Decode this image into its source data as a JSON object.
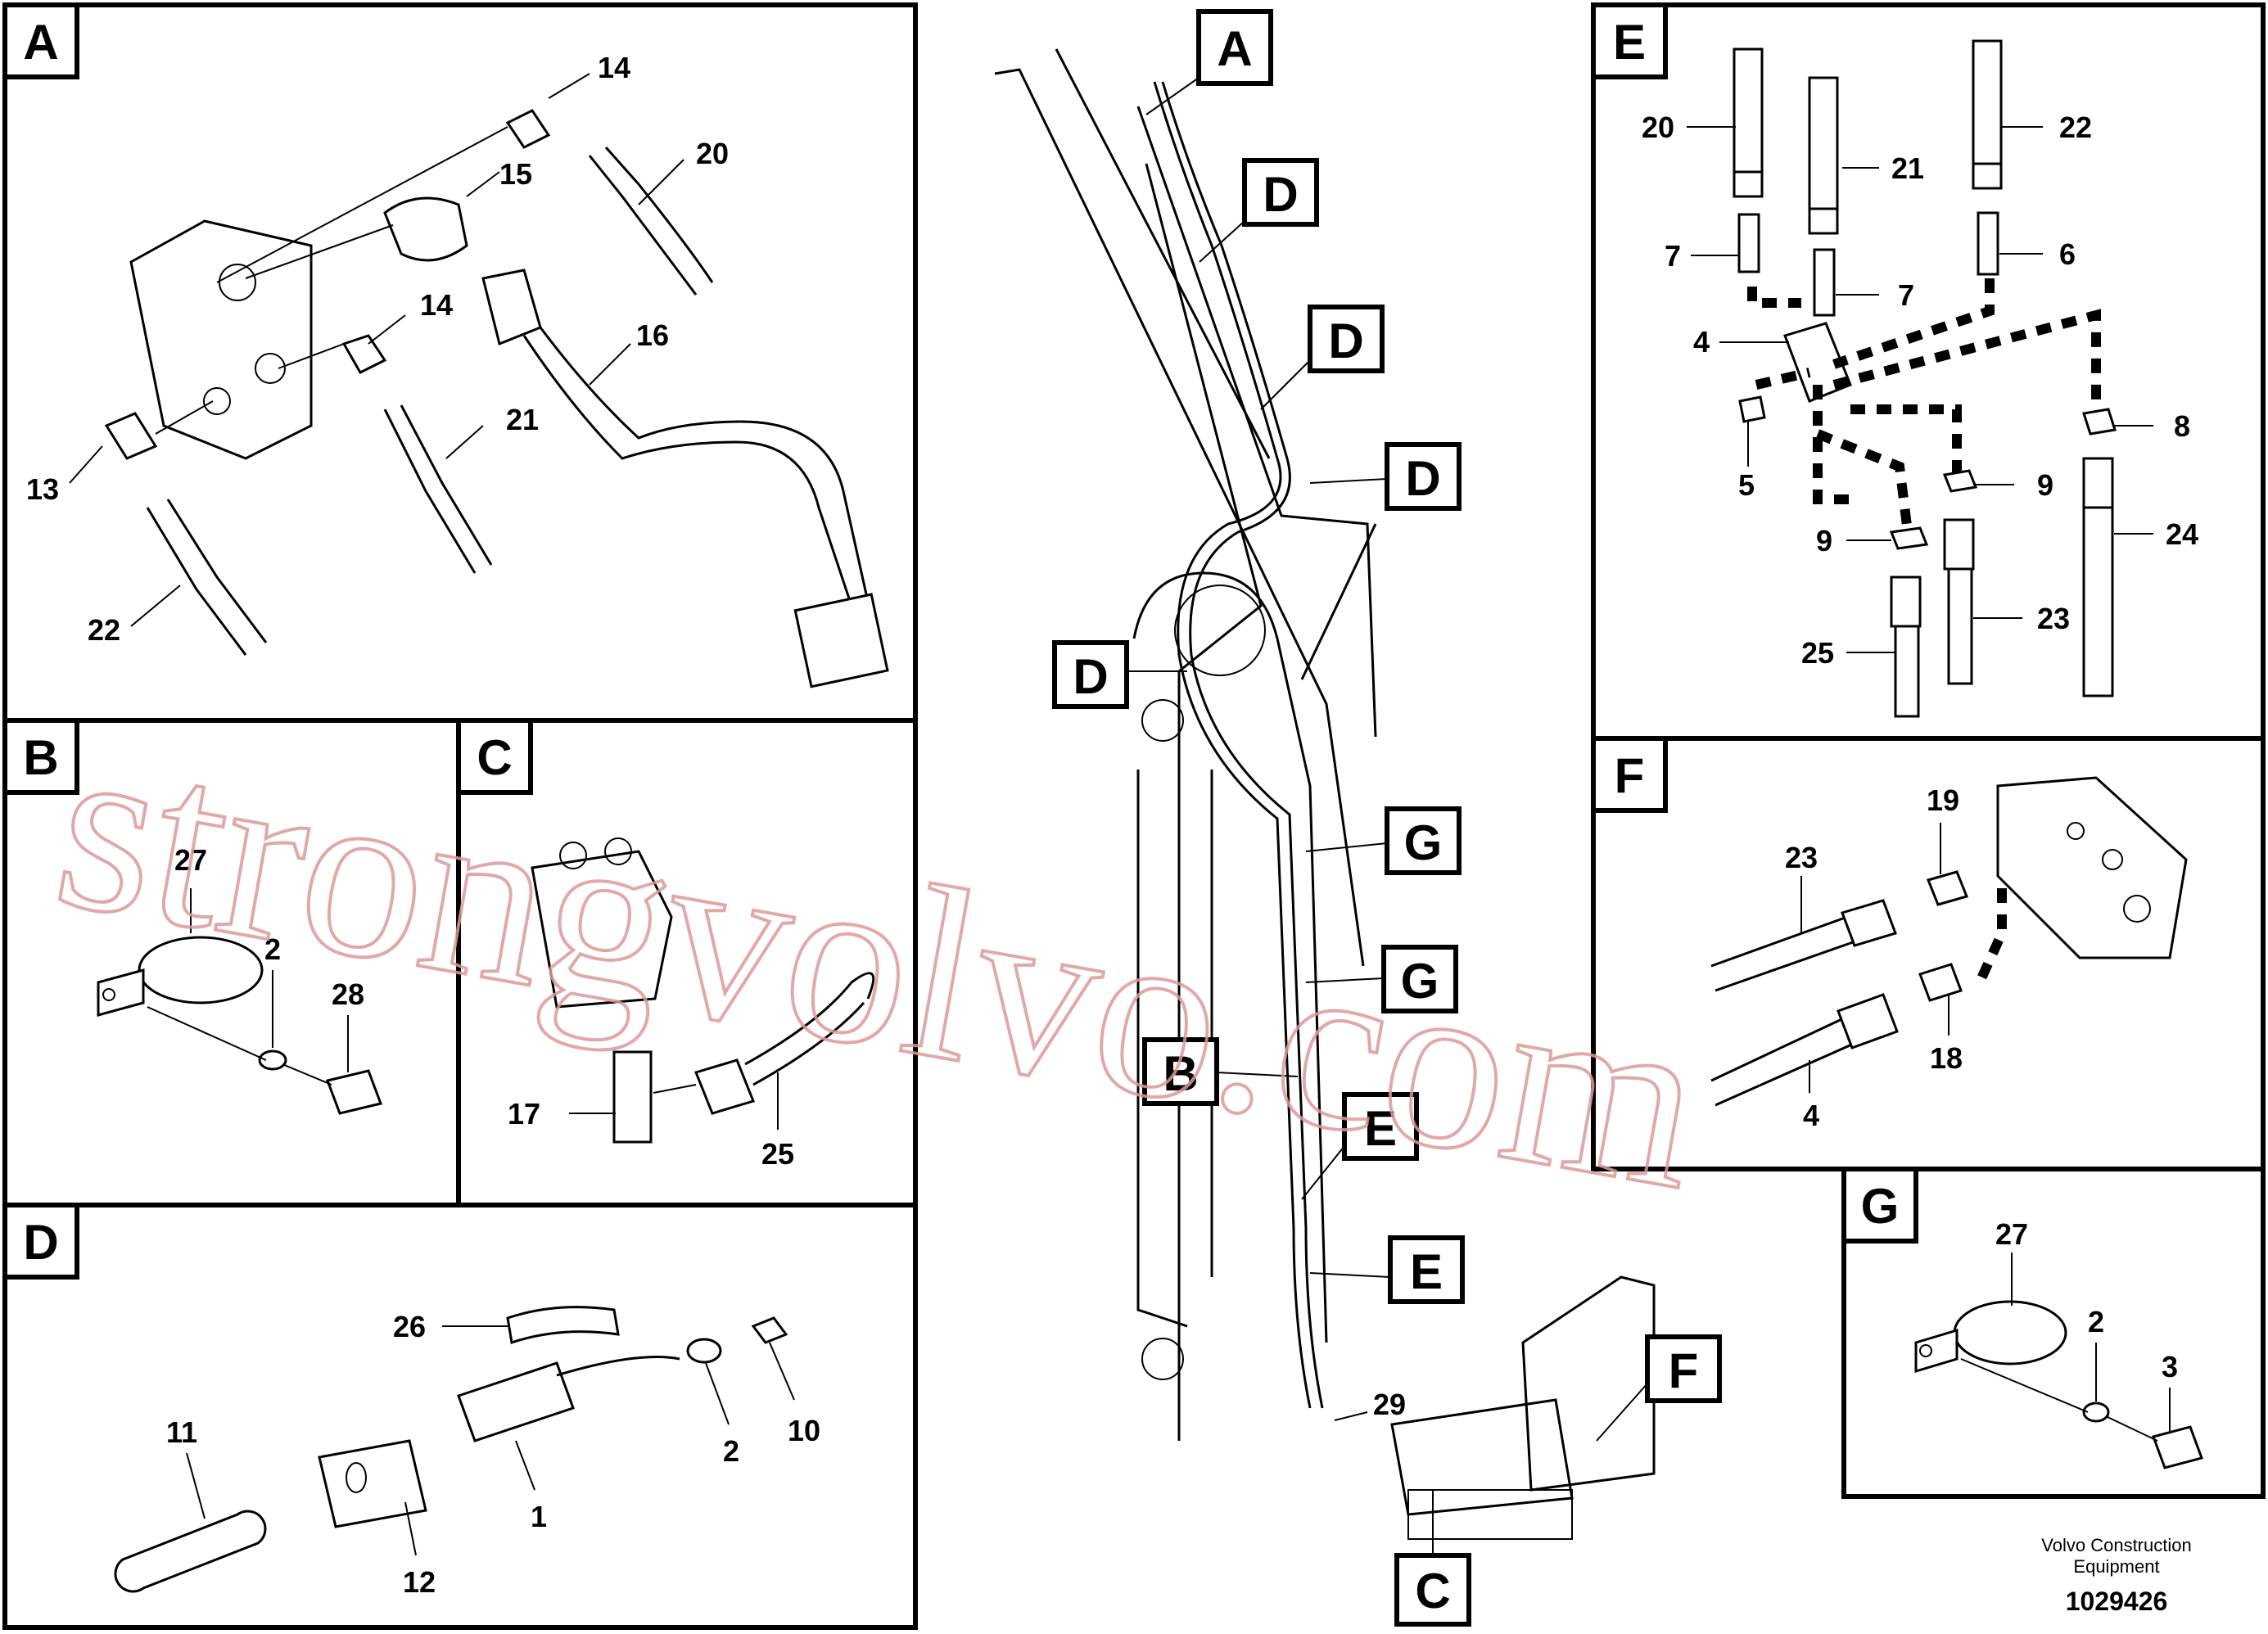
{
  "view_labels": {
    "A": "A",
    "B": "B",
    "C": "C",
    "D": "D",
    "E": "E",
    "F": "F",
    "G": "G"
  },
  "main_view": {
    "labels": [
      "A",
      "D",
      "D",
      "D",
      "D",
      "G",
      "G",
      "B",
      "E",
      "E",
      "F",
      "C"
    ],
    "callout_29": "29"
  },
  "panel_a": {
    "callouts": [
      "14",
      "20",
      "15",
      "14",
      "16",
      "21",
      "13",
      "22"
    ]
  },
  "panel_b": {
    "callouts": [
      "27",
      "2",
      "28"
    ]
  },
  "panel_c": {
    "callouts": [
      "17",
      "25"
    ]
  },
  "panel_d": {
    "callouts": [
      "26",
      "11",
      "12",
      "1",
      "2",
      "10"
    ]
  },
  "panel_e": {
    "callouts": [
      "20",
      "21",
      "22",
      "7",
      "7",
      "6",
      "4",
      "8",
      "5",
      "9",
      "9",
      "24",
      "25",
      "23"
    ]
  },
  "panel_f": {
    "callouts": [
      "19",
      "23",
      "18",
      "4"
    ]
  },
  "panel_g": {
    "callouts": [
      "27",
      "2",
      "3"
    ]
  },
  "watermark": "strongvolvo.com",
  "credit_line1": "Volvo Construction",
  "credit_line2": "Equipment",
  "doc_number": "1029426"
}
